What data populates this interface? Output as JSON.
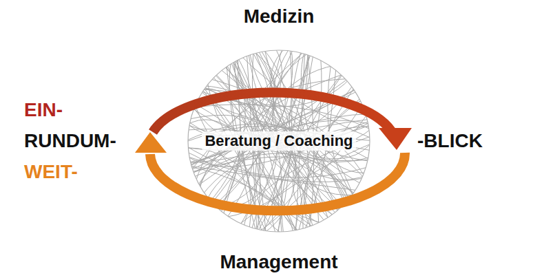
{
  "diagram": {
    "nodes": [
      {
        "text": [
          "Beratung / Coaching"
        ]
      }
    ],
    "labels": [
      "Medizin",
      "EIN-",
      "RUNDUM-",
      "WEIT-",
      "-BLICK",
      "Management"
    ]
  }
}
